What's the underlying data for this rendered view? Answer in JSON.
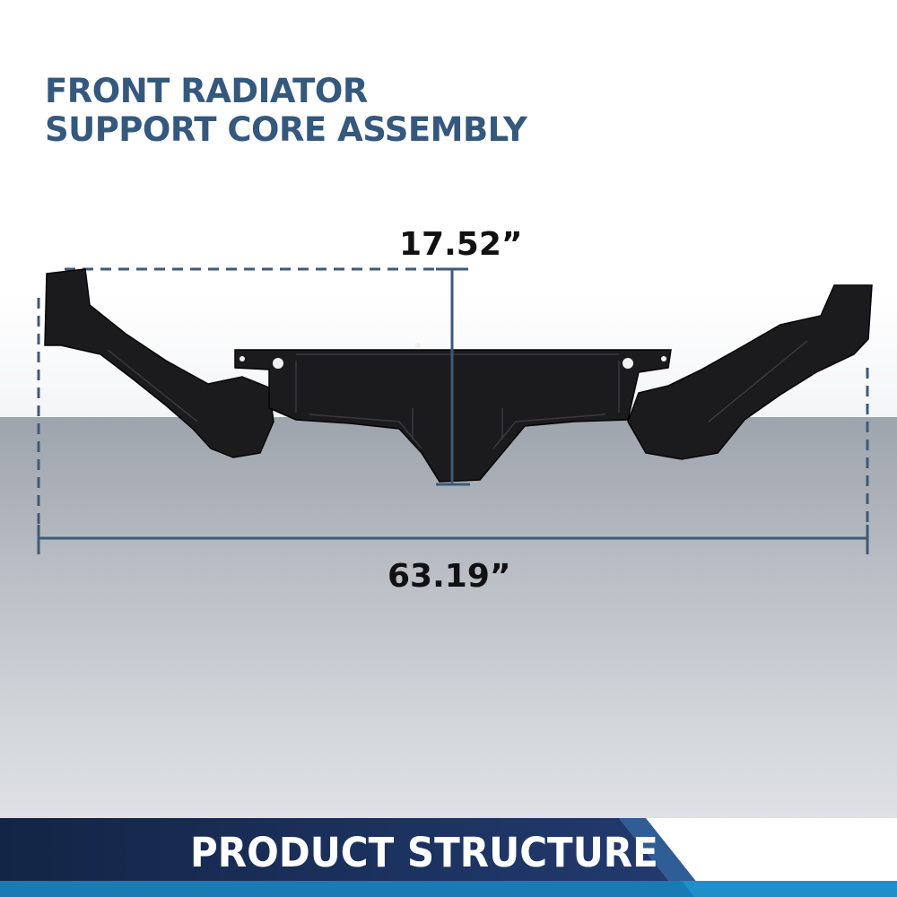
{
  "title": {
    "line1": "FRONT RADIATOR",
    "line2": "SUPPORT CORE ASSEMBLY"
  },
  "dimensions": {
    "height": "17.52”",
    "width": "63.19”"
  },
  "banner": {
    "label": "PRODUCT STRUCTURE"
  },
  "colors": {
    "title": "#35587d",
    "dimension_line": "#3d5a7a",
    "banner_dark": "#1a2d52",
    "banner_accent": "#1f8fc9"
  }
}
